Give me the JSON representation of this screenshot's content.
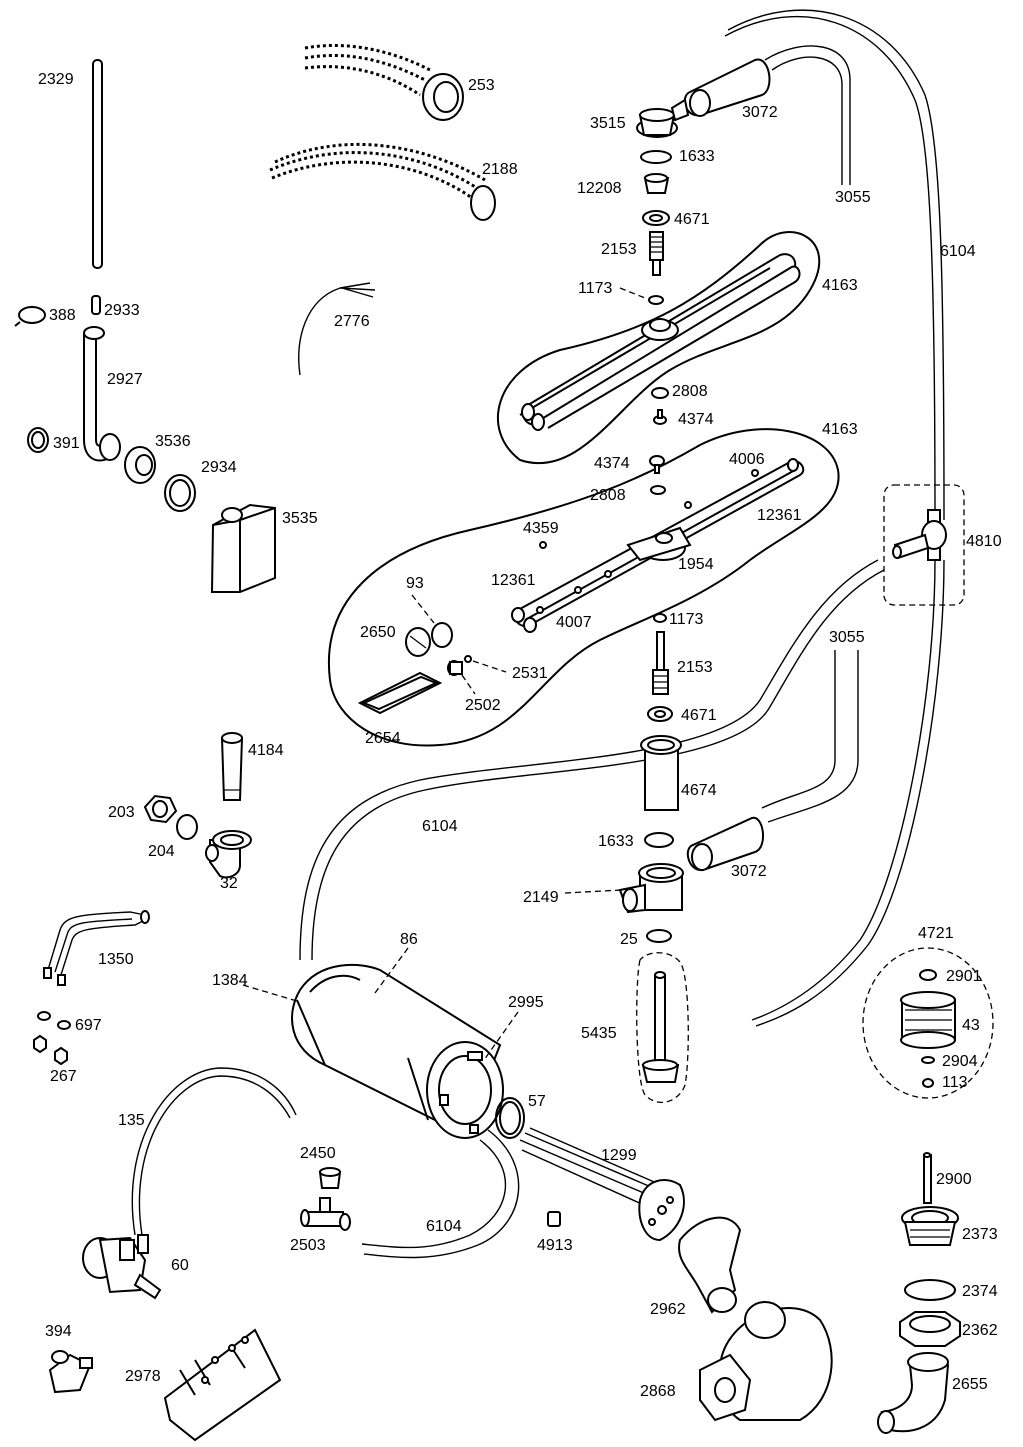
{
  "labels": {
    "l2329": "2329",
    "l253": "253",
    "l2188": "2188",
    "l2776": "2776",
    "l388": "388",
    "l2933": "2933",
    "l2927": "2927",
    "l391": "391",
    "l3536": "3536",
    "l2934": "2934",
    "l3535": "3535",
    "l3515": "3515",
    "l3072a": "3072",
    "l1633a": "1633",
    "l12208": "12208",
    "l3055a": "3055",
    "l4671a": "4671",
    "l2153a": "2153",
    "l6104a": "6104",
    "l1173a": "1173",
    "l4163a": "4163",
    "l2808a": "2808",
    "l4374a": "4374",
    "l4163b": "4163",
    "l4374b": "4374",
    "l4006": "4006",
    "l2808b": "2808",
    "l12361a": "12361",
    "l4359": "4359",
    "l4810": "4810",
    "l1954": "1954",
    "l12361b": "12361",
    "l93": "93",
    "l4007": "4007",
    "l1173b": "1173",
    "l2650": "2650",
    "l3055b": "3055",
    "l2153b": "2153",
    "l2531": "2531",
    "l2502": "2502",
    "l4671b": "4671",
    "l2654": "2654",
    "l4184": "4184",
    "l4674": "4674",
    "l203": "203",
    "l6104b": "6104",
    "l1633b": "1633",
    "l204": "204",
    "l3072b": "3072",
    "l32": "32",
    "l2149": "2149",
    "l25": "25",
    "l86": "86",
    "l4721": "4721",
    "l1350": "1350",
    "l1384": "1384",
    "l2901": "2901",
    "l2995": "2995",
    "l5435": "5435",
    "l43": "43",
    "l697": "697",
    "l2904": "2904",
    "l267": "267",
    "l113": "113",
    "l57": "57",
    "l135": "135",
    "l1299": "1299",
    "l2450": "2450",
    "l2900": "2900",
    "l6104c": "6104",
    "l4913": "4913",
    "l2373": "2373",
    "l2503": "2503",
    "l60": "60",
    "l2374": "2374",
    "l2962": "2962",
    "l2362": "2362",
    "l394": "394",
    "l2978": "2978",
    "l2868": "2868",
    "l2655": "2655"
  }
}
